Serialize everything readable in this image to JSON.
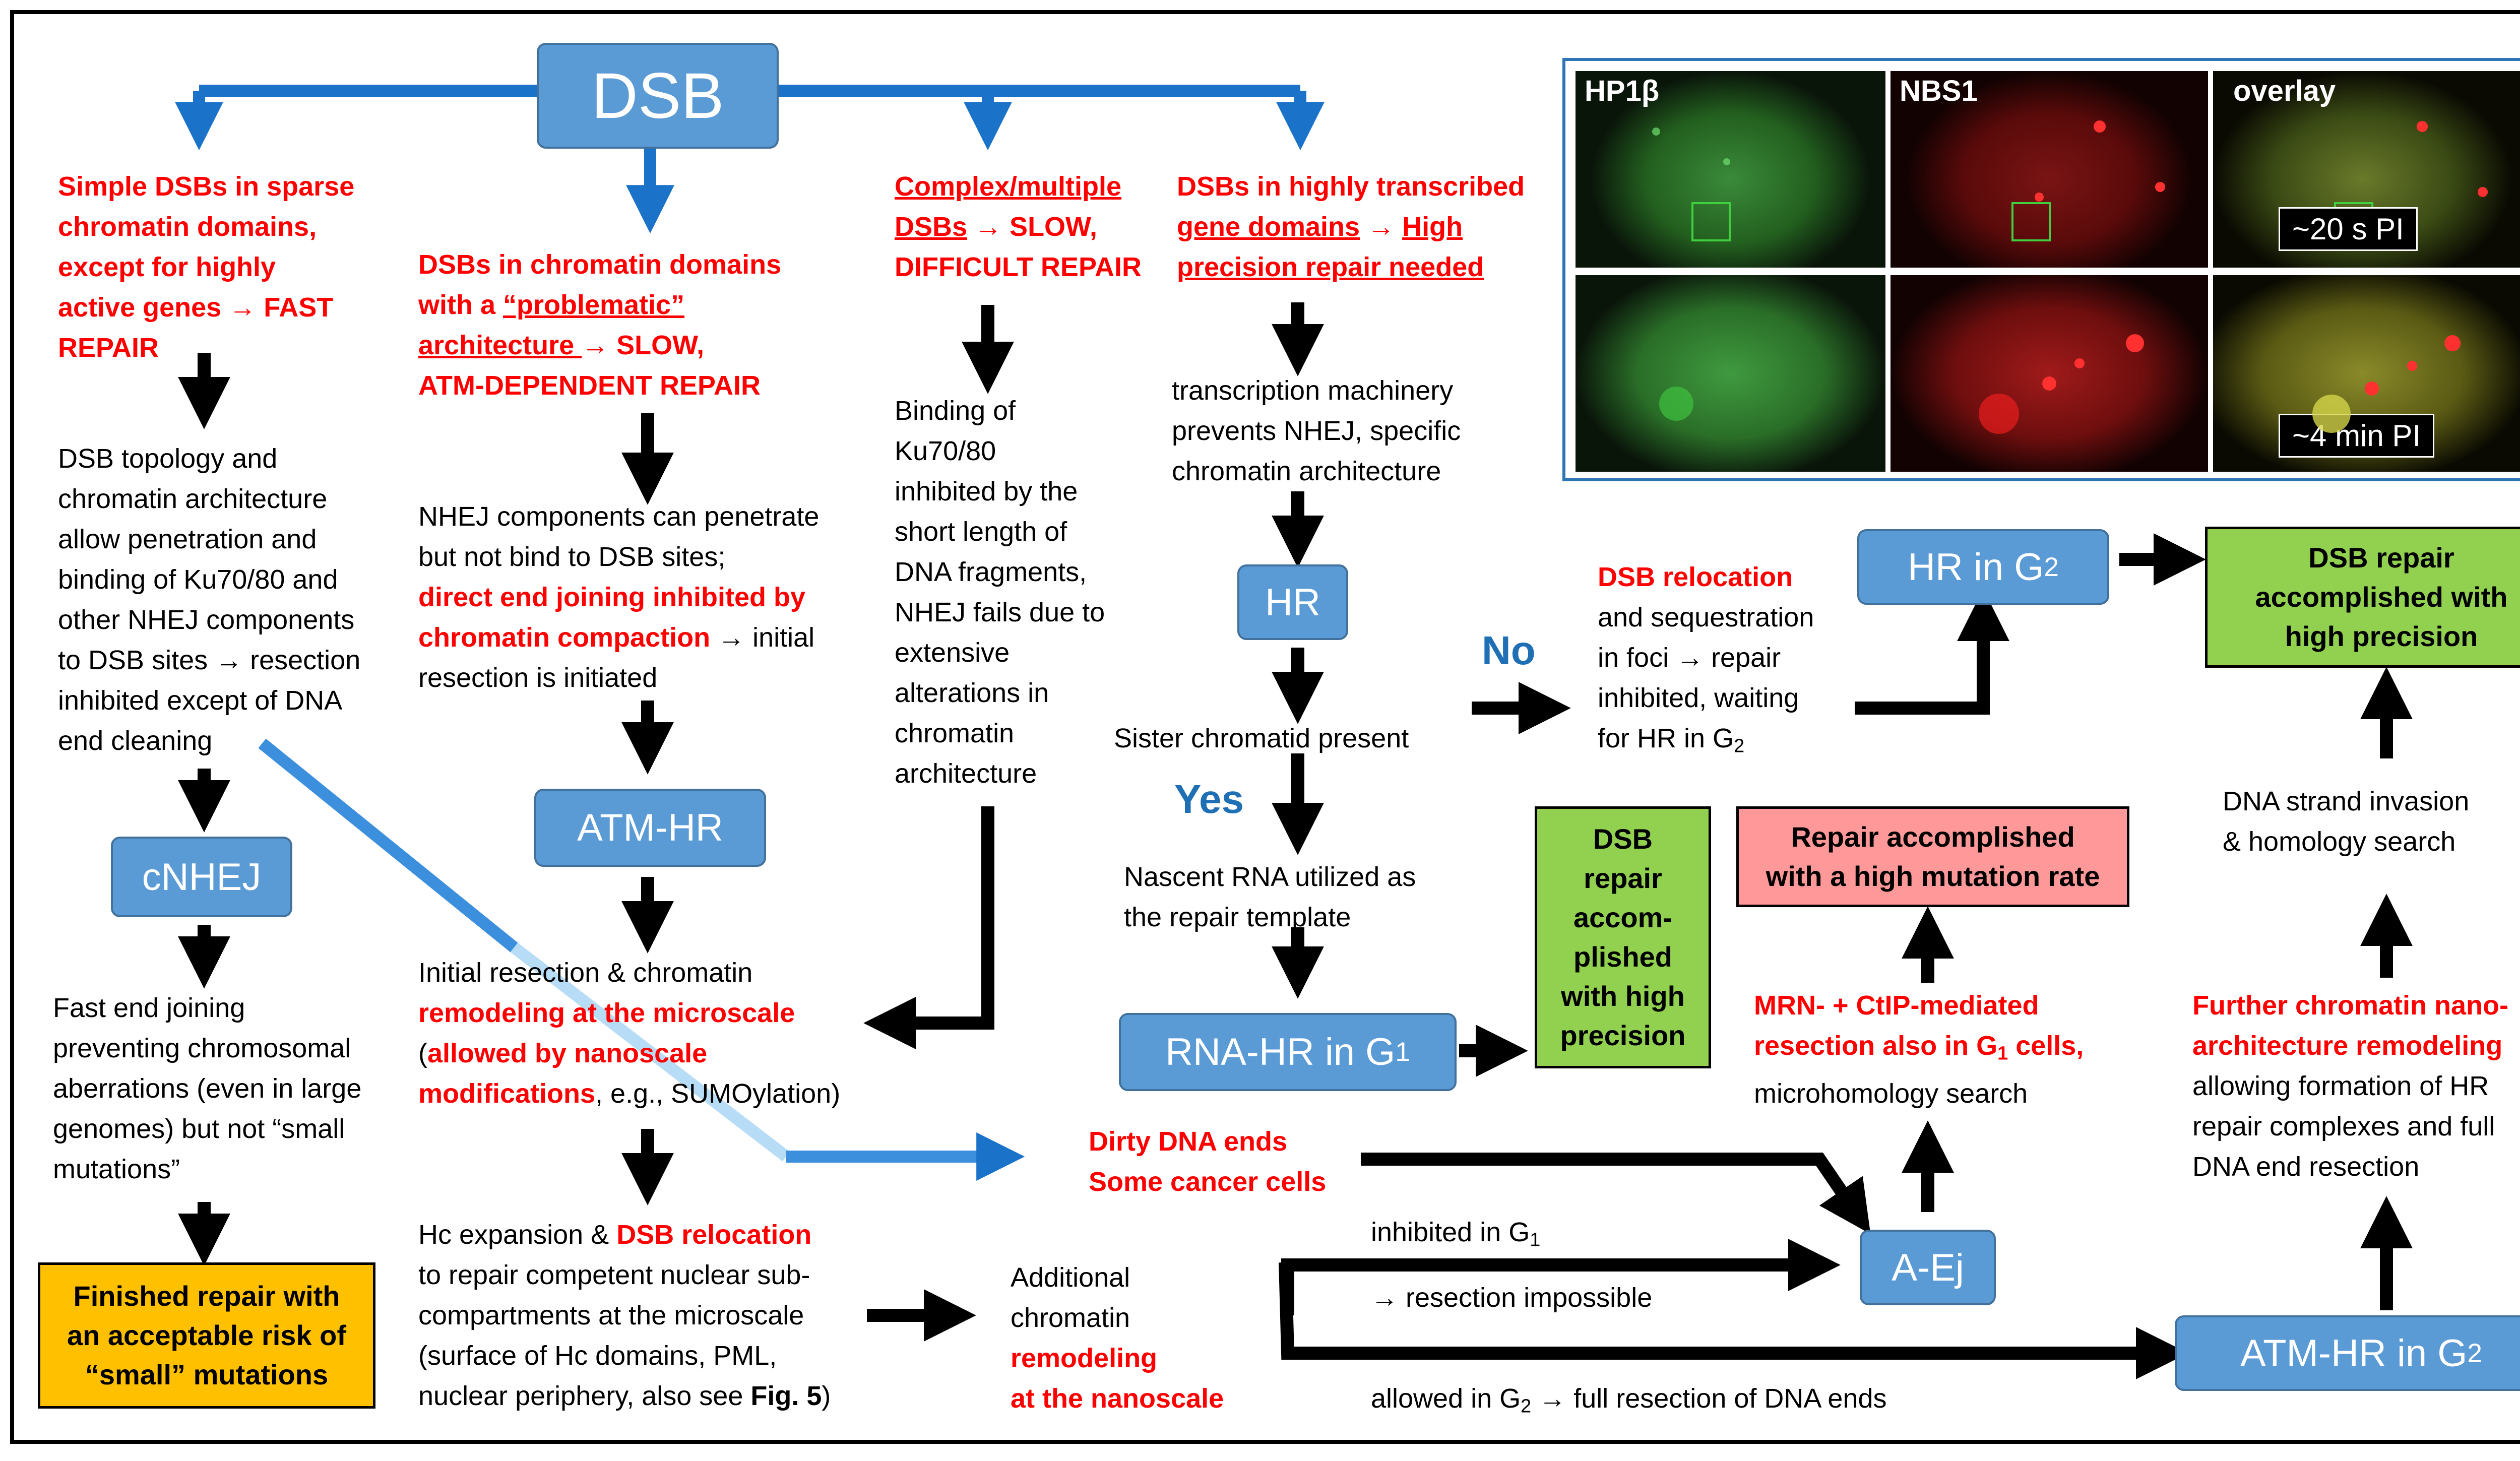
{
  "colors": {
    "blue_box": "#5b9bd5",
    "red_text": "#ff0000",
    "green_box": "#92d050",
    "orange_box": "#ffc000",
    "pink_box": "#ff9999",
    "blue_arrow": "#2e7fd1",
    "light_blue_arrow": "#6fb7ee"
  },
  "top": {
    "dsb": "DSB"
  },
  "col1": {
    "header": [
      "Simple DSBs in sparse",
      "chromatin domains,",
      "except for highly",
      "active genes → FAST",
      "REPAIR"
    ],
    "desc": [
      "DSB topology  and",
      "chromatin architecture",
      "allow penetration and",
      "binding of Ku70/80 and",
      "other  NHEJ components",
      "to DSB sites → resection",
      "inhibited except of DNA",
      "end cleaning"
    ],
    "box": "cNHEJ",
    "desc2": [
      "Fast end joining",
      "preventing chromosomal",
      "aberrations (even in large",
      "genomes) but not “small",
      "mutations”"
    ],
    "final": [
      "Finished repair with",
      "an acceptable risk of",
      "“small” mutations"
    ]
  },
  "col2": {
    "h1a": "DSBs in chromatin domains",
    "h2a": "with a ",
    "h2b": "“problematic”",
    "h3a": "architecture ",
    "h3b": "→ SLOW,",
    "h4": "ATM-DEPENDENT REPAIR",
    "d1": "NHEJ components  can penetrate",
    "d2": "but not bind to DSB sites;",
    "d3": "direct end joining inhibited by",
    "d4a": "chromatin compaction",
    "d4b": " → initial",
    "d5": "resection is initiated",
    "box": "ATM-HR",
    "r1": "Initial resection & chromatin",
    "r2": "remodeling at the microscale",
    "r3a": "(",
    "r3b": "allowed by nanoscale",
    "r4a": "modifications",
    "r4b": ", e.g., SUMOylation)",
    "e1a": "Hc expansion & ",
    "e1b": "DSB relocation",
    "e2": "to repair competent  nuclear sub-",
    "e3": "compartments  at the microscale",
    "e4": "(surface of Hc domains,  PML,",
    "e5a": "nuclear periphery,  also see ",
    "e5b": "Fig. 5",
    "e5c": ")"
  },
  "col3": {
    "h1": "Complex/multiple",
    "h2a": "DSBs",
    "h2b": " → SLOW,",
    "h3": "DIFFICULT  REPAIR",
    "desc": [
      "Binding of",
      "Ku70/80",
      "inhibited by the",
      "short length of",
      "DNA fragments,",
      "NHEJ fails due to",
      "extensive",
      "alterations in",
      "chromatin",
      "architecture"
    ]
  },
  "col4": {
    "h1": "DSBs in highly transcribed",
    "h2a": "gene domains",
    "h2b": " → ",
    "h2c": "High",
    "h3": "precision repair needed",
    "desc": [
      "transcription machinery",
      "prevents NHEJ, specific",
      "chromatin architecture"
    ],
    "hr": "HR",
    "sister": "Sister chromatid  present",
    "yes": "Yes",
    "no": "No",
    "nascent": [
      "Nascent RNA utilized as",
      "the repair template"
    ],
    "rnahr": "RNA-HR in G",
    "rnahr_sub": "1",
    "green": [
      "DSB",
      "repair",
      "accom-",
      "plished",
      "with high",
      "precision"
    ]
  },
  "relocation": {
    "l1": "DSB relocation",
    "l2": "and sequestration",
    "l3": "in foci → repair",
    "l4": "inhibited, waiting",
    "l5": "for HR in G",
    "l5sub": "2",
    "hrg2": "HR in G",
    "hrg2_sub": "2",
    "success": [
      "DSB repair",
      "accomplished with",
      "high precision"
    ]
  },
  "right": {
    "strand": [
      "DNA strand invasion",
      "& homology  search"
    ],
    "further": [
      "Further chromatin nano-",
      "architecture remodeling"
    ],
    "allowing": [
      "allowing formation of HR",
      "repair complexes and full",
      "DNA end resection"
    ],
    "atmhrg2": "ATM-HR in G",
    "atmhrg2_sub": "2",
    "pink": [
      "Repair accomplished",
      "with a high mutation rate"
    ],
    "mrn1": "MRN- + CtIP-mediated",
    "mrn2a": "resection also in G",
    "mrn2sub": "1",
    "mrn2b": " cells,",
    "mrn3": "microhomology  search",
    "aej": "A-Ej"
  },
  "bottom": {
    "dirty1": "Dirty DNA ends",
    "dirty2": "Some cancer cells",
    "add1": "Additional",
    "add2": "chromatin",
    "add3": "remodeling",
    "add4": "at the nanoscale",
    "inh_a": "inhibited in G",
    "inh_sub": "1",
    "imp": "→ resection impossible",
    "allow_a": "allowed in G",
    "allow_sub": "2",
    "allow_b": " → full resection of DNA ends"
  },
  "micro": {
    "labels": [
      "HP1β",
      "NBS1",
      "overlay"
    ],
    "t1": "~20 s PI",
    "t2": "~4 min PI"
  }
}
